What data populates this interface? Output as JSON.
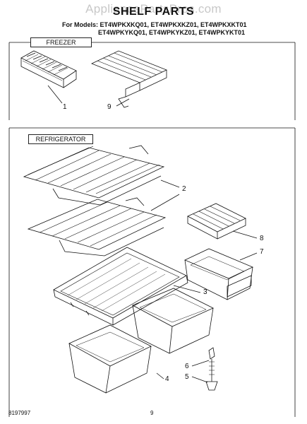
{
  "watermark": "AppliancePartsPros.com",
  "title": "SHELF PARTS",
  "models": {
    "line1": "For Models: ET4WPKXKQ01, ET4WPKXKZ01, ET4WPKXKT01",
    "line2": "ET4WPKYKQ01, ET4WPKYKZ01, ET4WPKYKT01"
  },
  "sections": {
    "freezer": "FREEZER",
    "refrigerator": "REFRIGERATOR"
  },
  "callouts": {
    "c1": "1",
    "c9": "9",
    "c2": "2",
    "c8": "8",
    "c7": "7",
    "c3": "3",
    "c6": "6",
    "c5": "5",
    "c4": "4"
  },
  "footer": {
    "doc_number": "8197997",
    "page_number": "9"
  }
}
